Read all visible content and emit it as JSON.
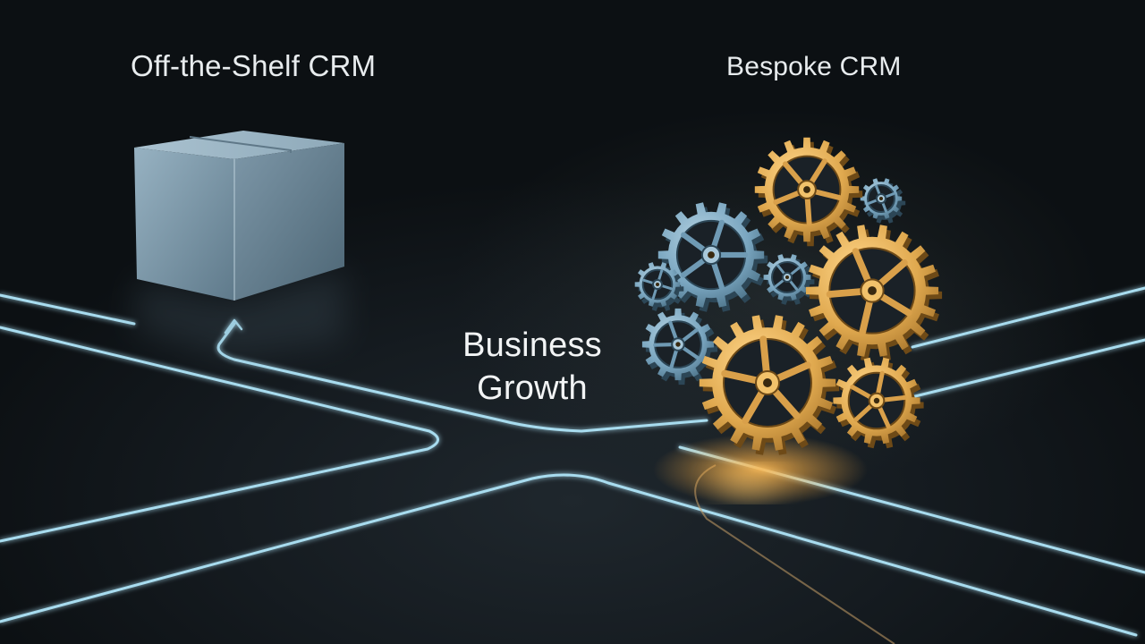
{
  "labels": {
    "off_the_shelf": "Off-the-Shelf CRM",
    "bespoke": "Bespoke CRM",
    "growth_line1": "Business",
    "growth_line2": "Growth"
  },
  "colors": {
    "background": "#101519",
    "path_glow": "#9fd8ee",
    "box": "#7f9aab",
    "gear_gold": "#e0a94f",
    "gear_blue": "#7aa6c0",
    "highlight": "#ffb347"
  },
  "icons": [
    "cube-box-icon",
    "gear-icon"
  ]
}
